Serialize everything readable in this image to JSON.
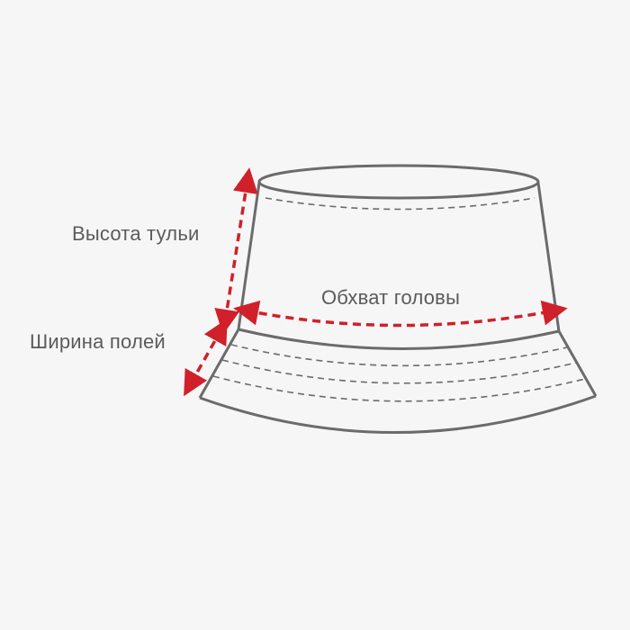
{
  "diagram": {
    "labels": {
      "crown_height": "Высота тульи",
      "head_circumference": "Обхват головы",
      "brim_width": "Ширина полей"
    },
    "colors": {
      "outline": "#6b6b6b",
      "measure_arrow": "#d0202a",
      "background": "#f6f6f6"
    }
  }
}
